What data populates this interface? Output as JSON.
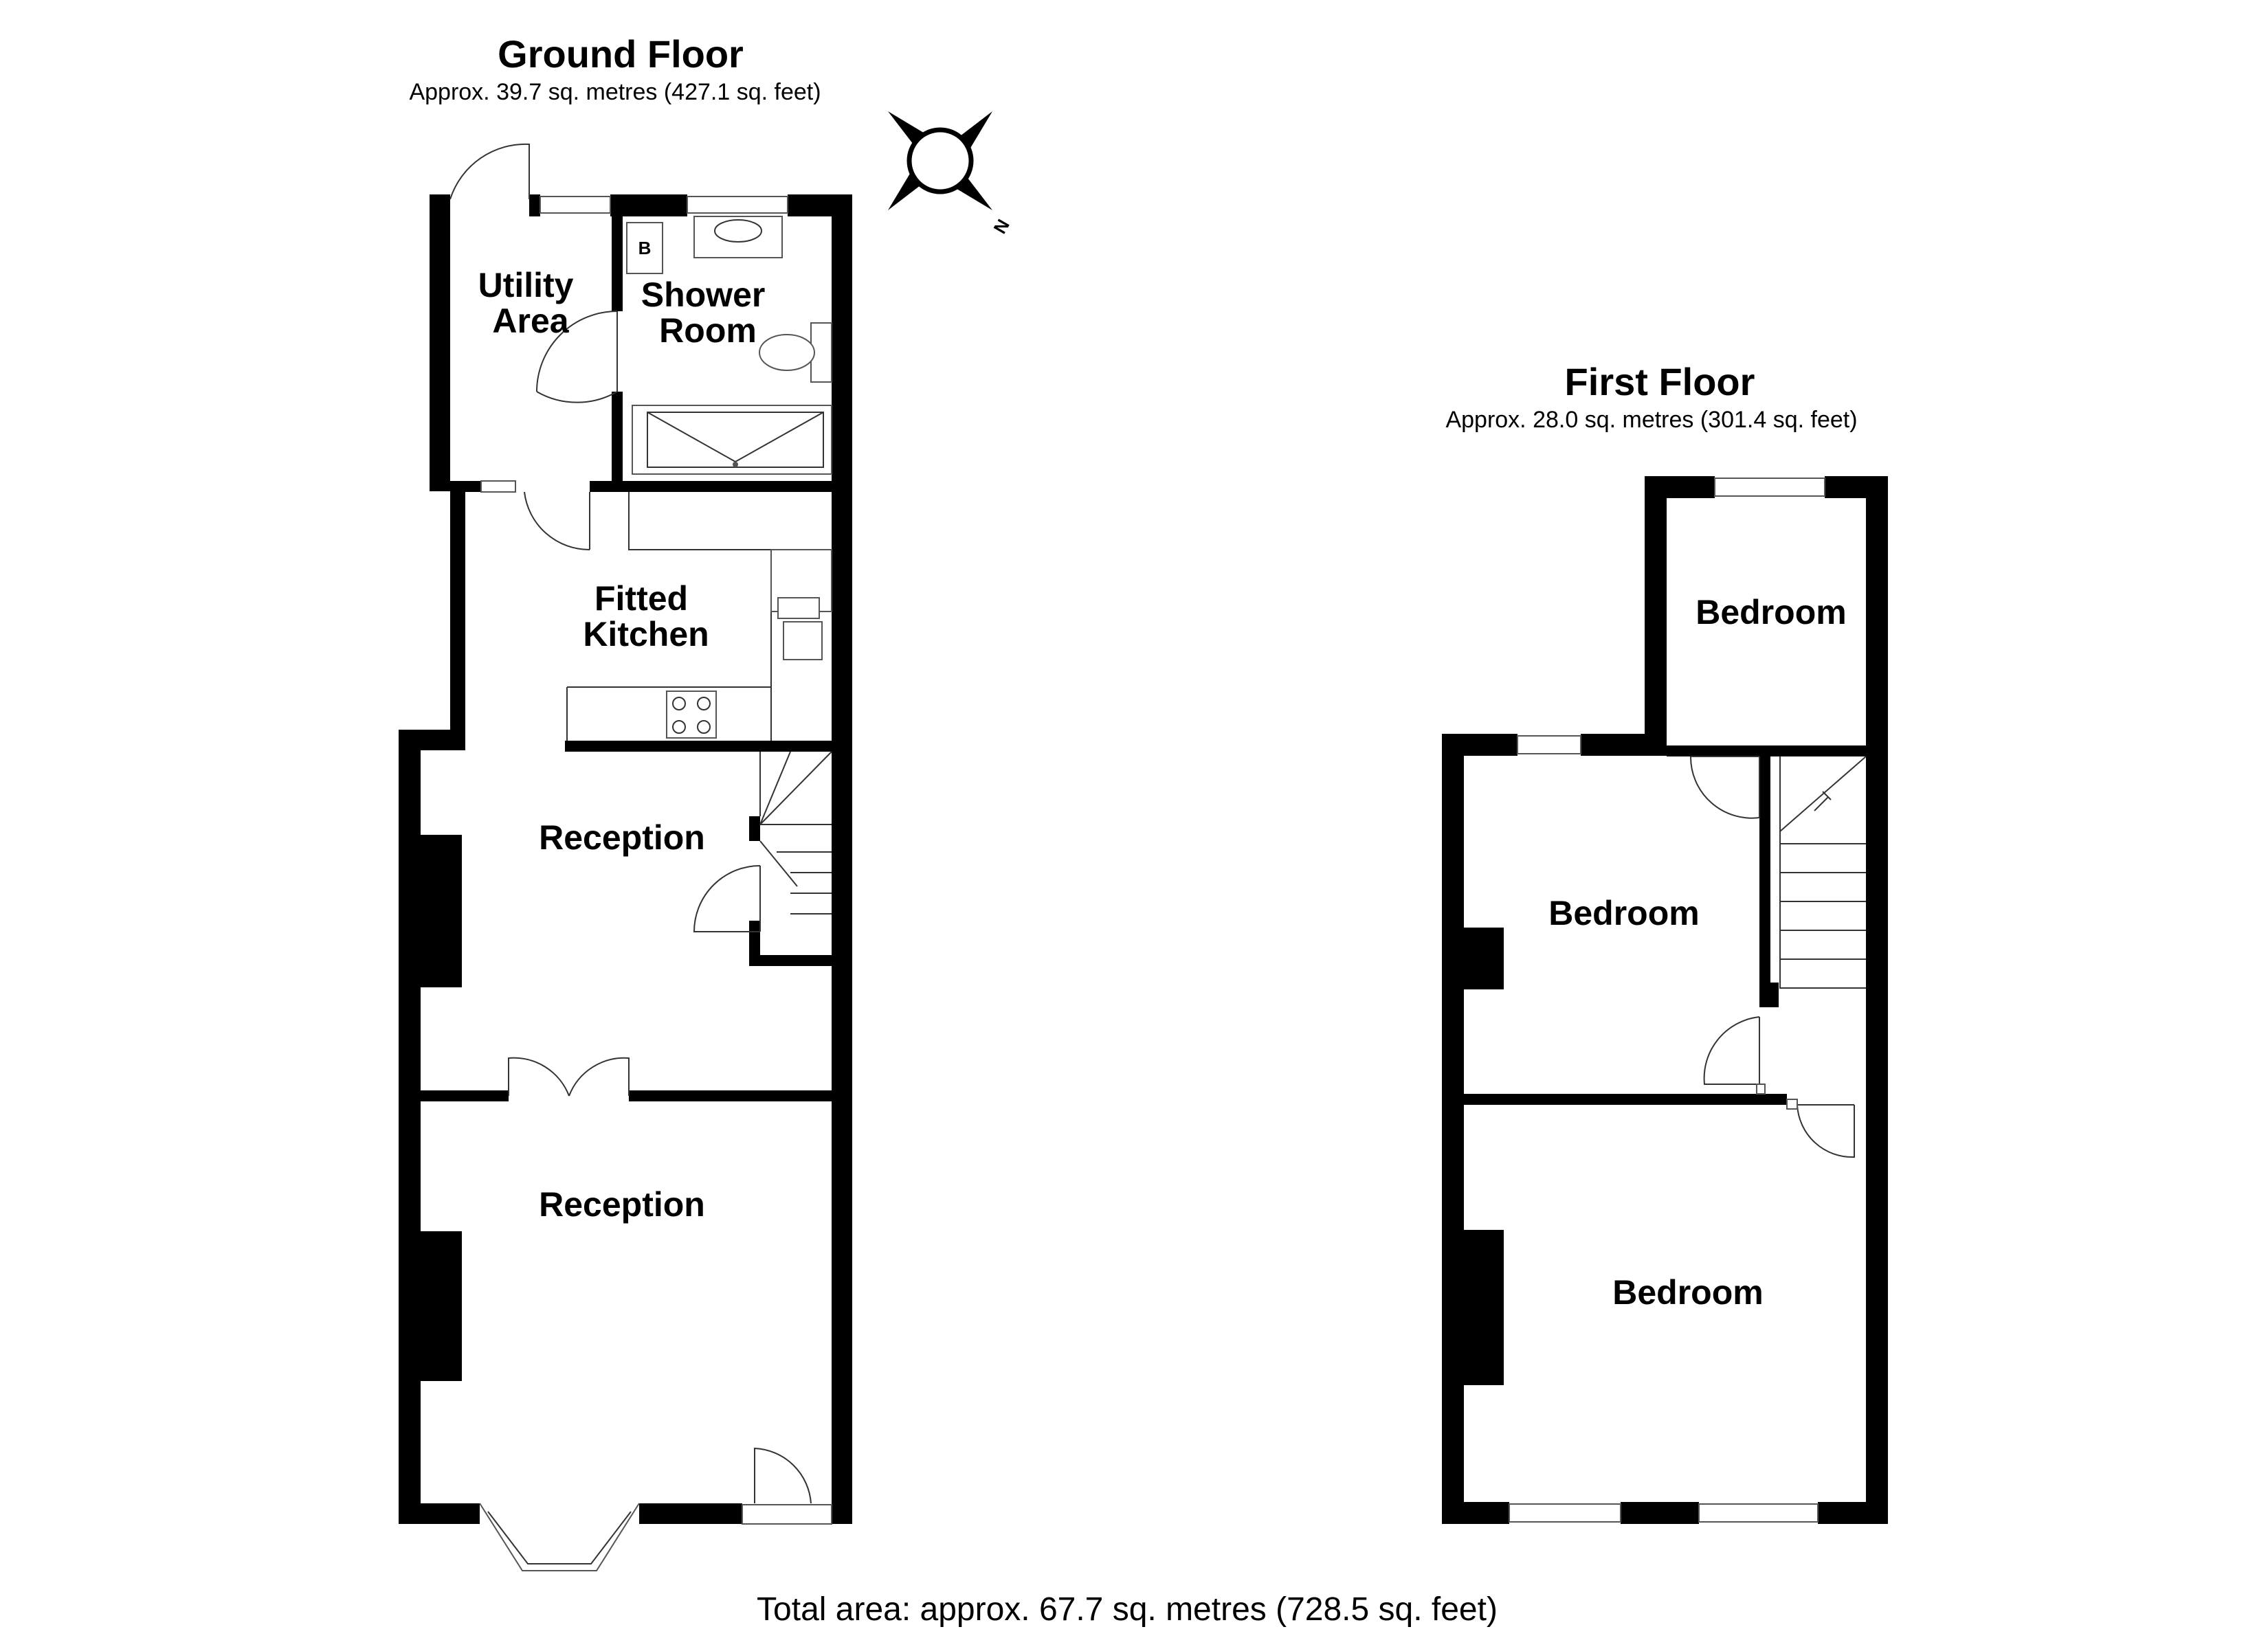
{
  "ground_floor": {
    "title": "Ground Floor",
    "area": "Approx. 39.7 sq. metres (427.1 sq. feet)",
    "rooms": {
      "utility": [
        "Utility",
        "Area"
      ],
      "shower": [
        "Shower",
        "Room"
      ],
      "kitchen": [
        "Fitted",
        "Kitchen"
      ],
      "reception_rear": "Reception",
      "reception_front": "Reception"
    },
    "boiler_label": "B"
  },
  "first_floor": {
    "title": "First Floor",
    "area": "Approx. 28.0 sq. metres (301.4 sq. feet)",
    "rooms": {
      "bedroom_rear": "Bedroom",
      "bedroom_middle": "Bedroom",
      "bedroom_front": "Bedroom"
    }
  },
  "compass": {
    "label": "N",
    "icon": "compass-rose-icon"
  },
  "total_area": "Total area: approx. 67.7 sq. metres (728.5 sq. feet)"
}
